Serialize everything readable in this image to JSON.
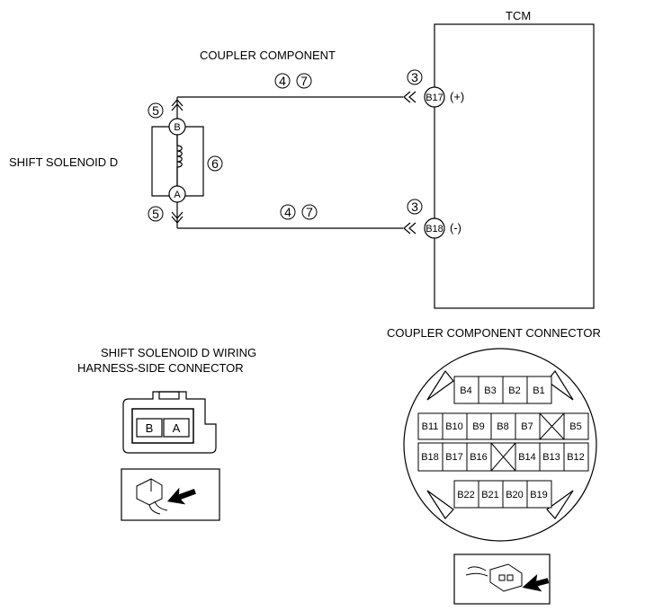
{
  "diagram": {
    "labels": {
      "tcm": "TCM",
      "coupler_component": "COUPLER COMPONENT",
      "shift_solenoid": "SHIFT SOLENOID D",
      "wiring_connector_line1": "SHIFT SOLENOID D WIRING",
      "wiring_connector_line2": "HARNESS-SIDE CONNECTOR",
      "coupler_connector": "COUPLER COMPONENT CONNECTOR",
      "plus": "(+)",
      "minus": "(-)"
    },
    "callouts": {
      "c5_top": "5",
      "c5_bottom": "5",
      "c6": "6",
      "c4_top": "4",
      "c7_top": "7",
      "c4_bottom": "4",
      "c7_bottom": "7",
      "c3_top": "3",
      "c3_bottom": "3"
    },
    "terminals": {
      "solenoid_b": "B",
      "solenoid_a": "A",
      "tcm_b17": "B17",
      "tcm_b18": "B18"
    },
    "solenoid_connector": {
      "pin_b": "B",
      "pin_a": "A"
    },
    "coupler_pins": {
      "row1": [
        "B4",
        "B3",
        "B2",
        "B1"
      ],
      "row2": [
        "B11",
        "B10",
        "B9",
        "B8",
        "B7",
        "B5"
      ],
      "row3": [
        "B18",
        "B17",
        "B16",
        "B14",
        "B13",
        "B12"
      ],
      "row4": [
        "B22",
        "B21",
        "B20",
        "B19"
      ]
    }
  }
}
